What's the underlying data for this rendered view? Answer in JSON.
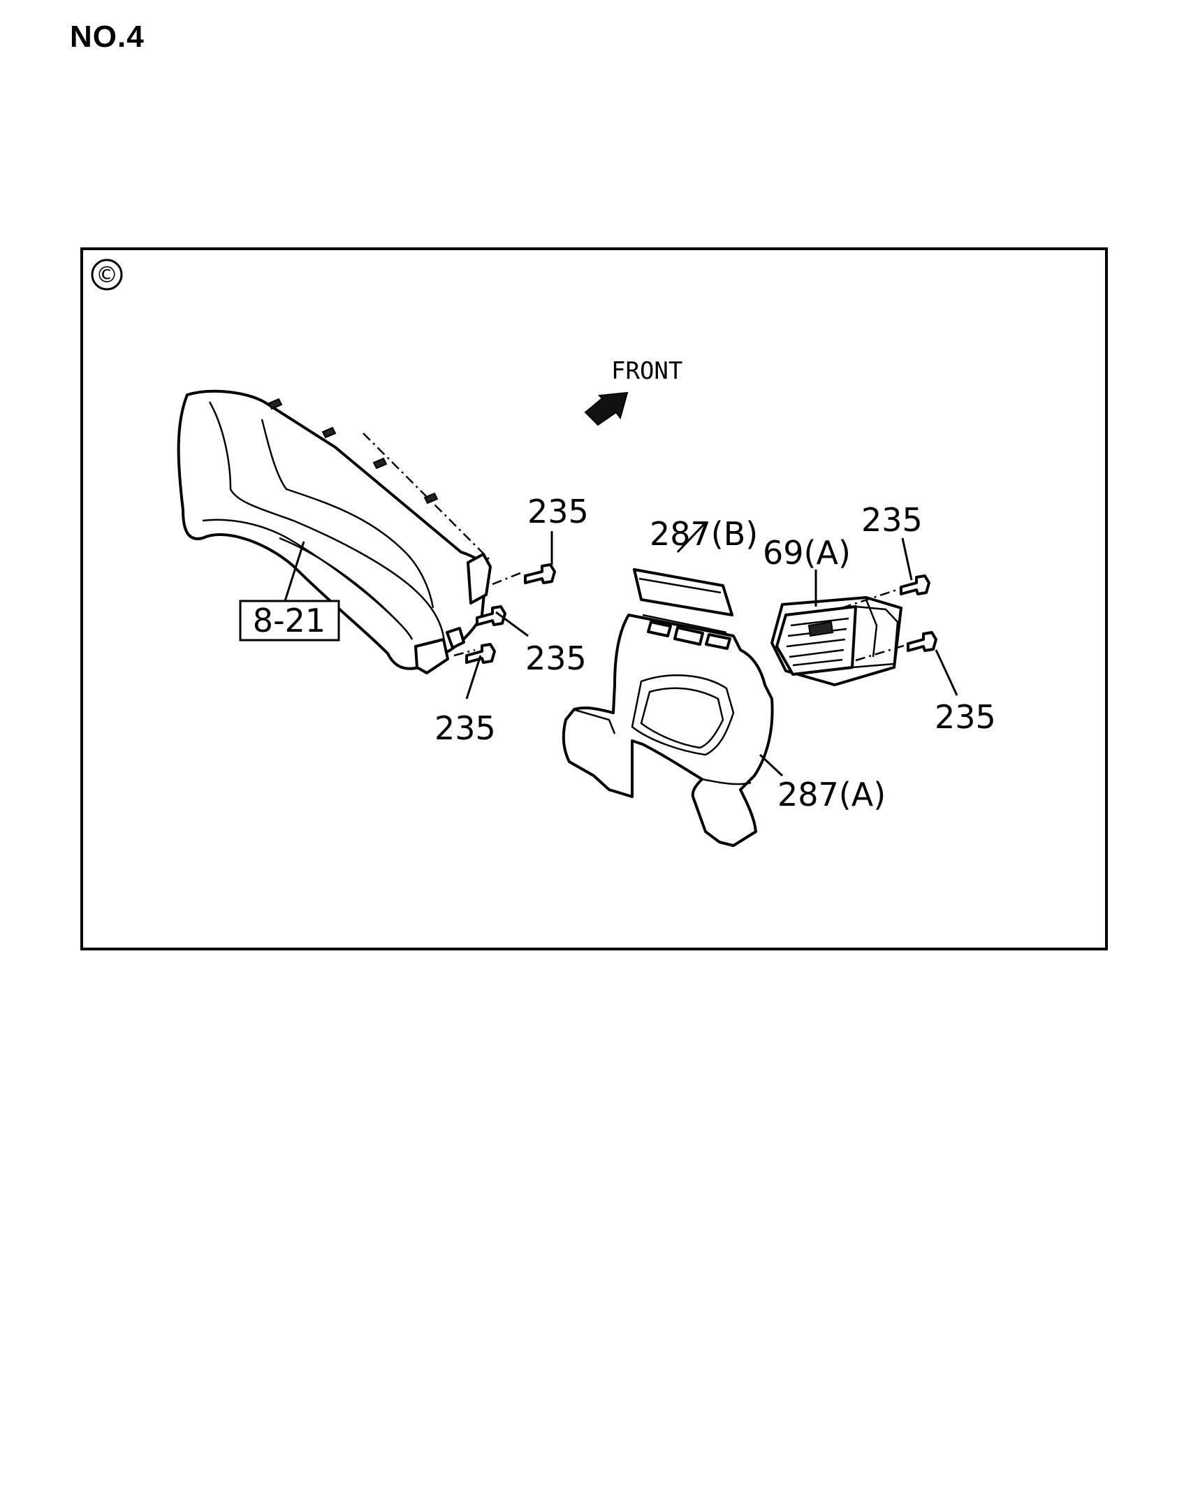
{
  "page": {
    "title": "NO.4"
  },
  "diagram": {
    "section_marker": "©",
    "direction_label": "FRONT",
    "callouts": {
      "c_8_21": "8-21",
      "c_235_a": "235",
      "c_235_b": "235",
      "c_235_c": "235",
      "c_235_d": "235",
      "c_235_e": "235",
      "c_287_b": "287(B)",
      "c_287_a": "287(A)",
      "c_69_a": "69(A)"
    }
  }
}
